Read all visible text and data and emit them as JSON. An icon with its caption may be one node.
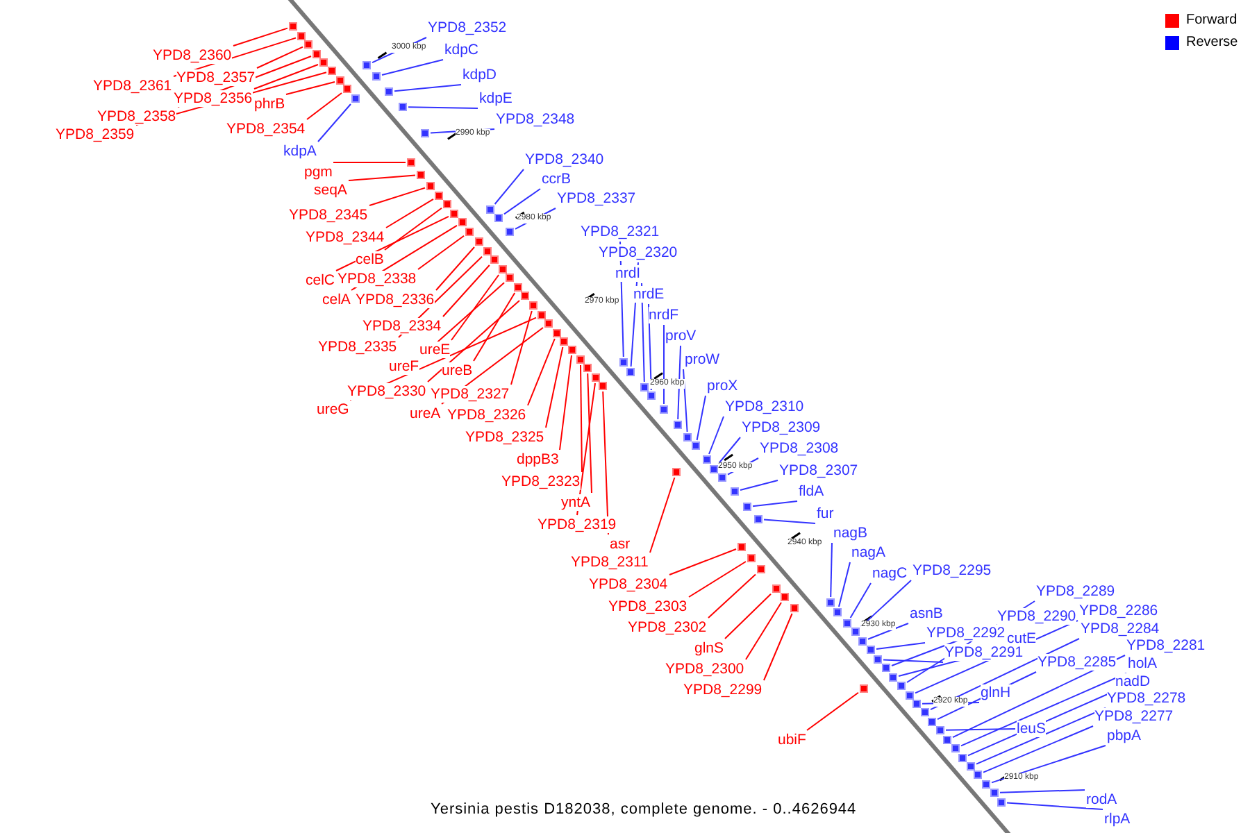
{
  "diagram": {
    "caption": "Yersinia pestis D182038, complete genome. - 0..4626944",
    "nodes": [
      {
        "text": [
          "YPD8_2360"
        ]
      },
      {
        "text": [
          "YPD8_2361"
        ]
      },
      {
        "text": [
          "YPD8_2357"
        ]
      },
      {
        "text": [
          "YPD8_2356"
        ]
      },
      {
        "text": [
          "YPD8_2358"
        ]
      },
      {
        "text": [
          "phrB"
        ]
      },
      {
        "text": [
          "YPD8_2359"
        ]
      },
      {
        "text": [
          "YPD8_2354"
        ]
      },
      {
        "text": [
          "pgm"
        ]
      },
      {
        "text": [
          "seqA"
        ]
      },
      {
        "text": [
          "YPD8_2345"
        ]
      },
      {
        "text": [
          "YPD8_2344"
        ]
      },
      {
        "text": [
          "celB"
        ]
      },
      {
        "text": [
          "celC"
        ]
      },
      {
        "text": [
          "YPD8_2338"
        ]
      },
      {
        "text": [
          "celA"
        ]
      },
      {
        "text": [
          "YPD8_2336"
        ]
      },
      {
        "text": [
          "YPD8_2334"
        ]
      },
      {
        "text": [
          "YPD8_2335"
        ]
      },
      {
        "text": [
          "ureE"
        ]
      },
      {
        "text": [
          "ureF"
        ]
      },
      {
        "text": [
          "ureB"
        ]
      },
      {
        "text": [
          "YPD8_2330"
        ]
      },
      {
        "text": [
          "YPD8_2327"
        ]
      },
      {
        "text": [
          "ureG"
        ]
      },
      {
        "text": [
          "ureA"
        ]
      },
      {
        "text": [
          "YPD8_2326"
        ]
      },
      {
        "text": [
          "YPD8_2325"
        ]
      },
      {
        "text": [
          "dppB3"
        ]
      },
      {
        "text": [
          "YPD8_2323"
        ]
      },
      {
        "text": [
          "yntA"
        ]
      },
      {
        "text": [
          "YPD8_2319"
        ]
      },
      {
        "text": [
          "asr"
        ]
      },
      {
        "text": [
          "YPD8_2311"
        ]
      },
      {
        "text": [
          "YPD8_2304"
        ]
      },
      {
        "text": [
          "YPD8_2303"
        ]
      },
      {
        "text": [
          "YPD8_2302"
        ]
      },
      {
        "text": [
          "glnS"
        ]
      },
      {
        "text": [
          "YPD8_2300"
        ]
      },
      {
        "text": [
          "YPD8_2299"
        ]
      },
      {
        "text": [
          "ubiF"
        ]
      },
      {
        "text": [
          "YPD8_2352"
        ]
      },
      {
        "text": [
          "kdpC"
        ]
      },
      {
        "text": [
          "kdpD"
        ]
      },
      {
        "text": [
          "kdpE"
        ]
      },
      {
        "text": [
          "YPD8_2348"
        ]
      },
      {
        "text": [
          "kdpA"
        ]
      },
      {
        "text": [
          "YPD8_2340"
        ]
      },
      {
        "text": [
          "ccrB"
        ]
      },
      {
        "text": [
          "YPD8_2337"
        ]
      },
      {
        "text": [
          "YPD8_2321"
        ]
      },
      {
        "text": [
          "YPD8_2320"
        ]
      },
      {
        "text": [
          "nrdI"
        ]
      },
      {
        "text": [
          "nrdE"
        ]
      },
      {
        "text": [
          "nrdF"
        ]
      },
      {
        "text": [
          "proV"
        ]
      },
      {
        "text": [
          "proW"
        ]
      },
      {
        "text": [
          "proX"
        ]
      },
      {
        "text": [
          "YPD8_2310"
        ]
      },
      {
        "text": [
          "YPD8_2309"
        ]
      },
      {
        "text": [
          "YPD8_2308"
        ]
      },
      {
        "text": [
          "YPD8_2307"
        ]
      },
      {
        "text": [
          "fldA"
        ]
      },
      {
        "text": [
          "fur"
        ]
      },
      {
        "text": [
          "nagB"
        ]
      },
      {
        "text": [
          "nagA"
        ]
      },
      {
        "text": [
          "nagC"
        ]
      },
      {
        "text": [
          "YPD8_2295"
        ]
      },
      {
        "text": [
          "asnB"
        ]
      },
      {
        "text": [
          "YPD8_2289"
        ]
      },
      {
        "text": [
          "YPD8_2290"
        ]
      },
      {
        "text": [
          "YPD8_2286"
        ]
      },
      {
        "text": [
          "YPD8_2292"
        ]
      },
      {
        "text": [
          "cutE"
        ]
      },
      {
        "text": [
          "YPD8_2284"
        ]
      },
      {
        "text": [
          "YPD8_2291"
        ]
      },
      {
        "text": [
          "YPD8_2285"
        ]
      },
      {
        "text": [
          "YPD8_2281"
        ]
      },
      {
        "text": [
          "holA"
        ]
      },
      {
        "text": [
          "glnH"
        ]
      },
      {
        "text": [
          "nadD"
        ]
      },
      {
        "text": [
          "YPD8_2278"
        ]
      },
      {
        "text": [
          "YPD8_2277"
        ]
      },
      {
        "text": [
          "leuS"
        ]
      },
      {
        "text": [
          "pbpA"
        ]
      },
      {
        "text": [
          "rodA"
        ]
      },
      {
        "text": [
          "rlpA"
        ]
      },
      {
        "text": [],
        "shape": "box"
      },
      {
        "text": [],
        "shape": "box"
      },
      {
        "text": [],
        "shape": "box"
      },
      {
        "text": [],
        "shape": "box"
      },
      {
        "text": [],
        "shape": "box"
      },
      {
        "text": [],
        "shape": "box"
      },
      {
        "text": [],
        "shape": "box"
      },
      {
        "text": [],
        "shape": "box"
      },
      {
        "text": [],
        "shape": "box"
      },
      {
        "text": [],
        "shape": "box"
      },
      {
        "text": [],
        "shape": "box"
      },
      {
        "text": [],
        "shape": "box"
      },
      {
        "text": [],
        "shape": "box"
      },
      {
        "text": [],
        "shape": "box"
      },
      {
        "text": [],
        "shape": "box"
      },
      {
        "text": [],
        "shape": "box"
      },
      {
        "text": [],
        "shape": "box"
      },
      {
        "text": [],
        "shape": "box"
      },
      {
        "text": [],
        "shape": "box"
      },
      {
        "text": [],
        "shape": "box"
      },
      {
        "text": [],
        "shape": "box"
      },
      {
        "text": [],
        "shape": "box"
      },
      {
        "text": [],
        "shape": "box"
      },
      {
        "text": [],
        "shape": "box"
      },
      {
        "text": [],
        "shape": "box"
      },
      {
        "text": [],
        "shape": "box"
      },
      {
        "text": [],
        "shape": "box"
      },
      {
        "text": [],
        "shape": "box"
      },
      {
        "text": [],
        "shape": "box"
      },
      {
        "text": [],
        "shape": "box"
      },
      {
        "text": [],
        "shape": "box"
      },
      {
        "text": [],
        "shape": "box"
      },
      {
        "text": [],
        "shape": "box"
      },
      {
        "text": [],
        "shape": "box"
      },
      {
        "text": [],
        "shape": "box"
      },
      {
        "text": [],
        "shape": "box"
      },
      {
        "text": [],
        "shape": "box"
      },
      {
        "text": [],
        "shape": "box"
      },
      {
        "text": [],
        "shape": "box"
      },
      {
        "text": [],
        "shape": "box"
      },
      {
        "text": [],
        "shape": "box"
      },
      {
        "text": [],
        "shape": "box"
      },
      {
        "text": [],
        "shape": "box"
      },
      {
        "text": [],
        "shape": "box"
      },
      {
        "text": [],
        "shape": "box"
      },
      {
        "text": [],
        "shape": "box"
      },
      {
        "text": [],
        "shape": "box"
      },
      {
        "text": [],
        "shape": "box"
      },
      {
        "text": [],
        "shape": "box"
      },
      {
        "text": [],
        "shape": "box"
      },
      {
        "text": [],
        "shape": "box"
      },
      {
        "text": [],
        "shape": "box"
      },
      {
        "text": [],
        "shape": "box"
      },
      {
        "text": [],
        "shape": "box"
      },
      {
        "text": [],
        "shape": "box"
      },
      {
        "text": [],
        "shape": "box"
      },
      {
        "text": [],
        "shape": "box"
      },
      {
        "text": [],
        "shape": "box"
      },
      {
        "text": [],
        "shape": "box"
      },
      {
        "text": [],
        "shape": "box"
      },
      {
        "text": [],
        "shape": "box"
      },
      {
        "text": [],
        "shape": "box"
      },
      {
        "text": [],
        "shape": "box"
      },
      {
        "text": [],
        "shape": "box"
      },
      {
        "text": [],
        "shape": "box"
      },
      {
        "text": [],
        "shape": "box"
      },
      {
        "text": [],
        "shape": "box"
      },
      {
        "text": [],
        "shape": "box"
      },
      {
        "text": [],
        "shape": "box"
      },
      {
        "text": [],
        "shape": "box"
      },
      {
        "text": [],
        "shape": "box"
      },
      {
        "text": [],
        "shape": "box"
      },
      {
        "text": [],
        "shape": "box"
      },
      {
        "text": [],
        "shape": "box"
      },
      {
        "text": [],
        "shape": "box"
      },
      {
        "text": [],
        "shape": "box"
      },
      {
        "text": [],
        "shape": "box"
      },
      {
        "text": [],
        "shape": "box"
      },
      {
        "text": [],
        "shape": "box"
      },
      {
        "text": [],
        "shape": "box"
      },
      {
        "text": [],
        "shape": "box"
      },
      {
        "text": [],
        "shape": "box"
      },
      {
        "text": [],
        "shape": "box"
      },
      {
        "text": [],
        "shape": "box"
      },
      {
        "text": [],
        "shape": "box"
      },
      {
        "text": [],
        "shape": "box"
      },
      {
        "text": [],
        "shape": "box"
      }
    ],
    "edges": [
      {
        "from": 0,
        "to": 87,
        "arrow": "none",
        "color": "#ff0000"
      },
      {
        "from": 1,
        "to": 88,
        "arrow": "none",
        "color": "#ff0000"
      },
      {
        "from": 2,
        "to": 89,
        "arrow": "none",
        "color": "#ff0000"
      },
      {
        "from": 3,
        "to": 90,
        "arrow": "none",
        "color": "#ff0000"
      },
      {
        "from": 4,
        "to": 91,
        "arrow": "none",
        "color": "#ff0000"
      },
      {
        "from": 5,
        "to": 92,
        "arrow": "none",
        "color": "#ff0000"
      },
      {
        "from": 6,
        "to": 93,
        "arrow": "none",
        "color": "#ff0000"
      },
      {
        "from": 7,
        "to": 94,
        "arrow": "none",
        "color": "#ff0000"
      },
      {
        "from": 8,
        "to": 95,
        "arrow": "none",
        "color": "#ff0000"
      },
      {
        "from": 9,
        "to": 96,
        "arrow": "none",
        "color": "#ff0000"
      },
      {
        "from": 10,
        "to": 97,
        "arrow": "none",
        "color": "#ff0000"
      },
      {
        "from": 11,
        "to": 98,
        "arrow": "none",
        "color": "#ff0000"
      },
      {
        "from": 12,
        "to": 99,
        "arrow": "none",
        "color": "#ff0000"
      },
      {
        "from": 13,
        "to": 100,
        "arrow": "none",
        "color": "#ff0000"
      },
      {
        "from": 14,
        "to": 101,
        "arrow": "none",
        "color": "#ff0000"
      },
      {
        "from": 15,
        "to": 102,
        "arrow": "none",
        "color": "#ff0000"
      },
      {
        "from": 16,
        "to": 103,
        "arrow": "none",
        "color": "#ff0000"
      },
      {
        "from": 17,
        "to": 104,
        "arrow": "none",
        "color": "#ff0000"
      },
      {
        "from": 18,
        "to": 105,
        "arrow": "none",
        "color": "#ff0000"
      },
      {
        "from": 19,
        "to": 106,
        "arrow": "none",
        "color": "#ff0000"
      },
      {
        "from": 20,
        "to": 107,
        "arrow": "none",
        "color": "#ff0000"
      },
      {
        "from": 21,
        "to": 108,
        "arrow": "none",
        "color": "#ff0000"
      },
      {
        "from": 22,
        "to": 109,
        "arrow": "none",
        "color": "#ff0000"
      },
      {
        "from": 23,
        "to": 110,
        "arrow": "none",
        "color": "#ff0000"
      },
      {
        "from": 24,
        "to": 111,
        "arrow": "none",
        "color": "#ff0000"
      },
      {
        "from": 25,
        "to": 112,
        "arrow": "none",
        "color": "#ff0000"
      },
      {
        "from": 26,
        "to": 113,
        "arrow": "none",
        "color": "#ff0000"
      },
      {
        "from": 27,
        "to": 114,
        "arrow": "none",
        "color": "#ff0000"
      },
      {
        "from": 28,
        "to": 115,
        "arrow": "none",
        "color": "#ff0000"
      },
      {
        "from": 29,
        "to": 116,
        "arrow": "none",
        "color": "#ff0000"
      },
      {
        "from": 30,
        "to": 117,
        "arrow": "none",
        "color": "#ff0000"
      },
      {
        "from": 31,
        "to": 118,
        "arrow": "none",
        "color": "#ff0000"
      },
      {
        "from": 32,
        "to": 119,
        "arrow": "none",
        "color": "#ff0000"
      },
      {
        "from": 33,
        "to": 120,
        "arrow": "none",
        "color": "#ff0000"
      },
      {
        "from": 34,
        "to": 121,
        "arrow": "none",
        "color": "#ff0000"
      },
      {
        "from": 35,
        "to": 122,
        "arrow": "none",
        "color": "#ff0000"
      },
      {
        "from": 36,
        "to": 123,
        "arrow": "none",
        "color": "#ff0000"
      },
      {
        "from": 37,
        "to": 124,
        "arrow": "none",
        "color": "#ff0000"
      },
      {
        "from": 38,
        "to": 125,
        "arrow": "none",
        "color": "#ff0000"
      },
      {
        "from": 39,
        "to": 126,
        "arrow": "none",
        "color": "#ff0000"
      },
      {
        "from": 40,
        "to": 127,
        "arrow": "none",
        "color": "#ff0000"
      },
      {
        "from": 41,
        "to": 128,
        "arrow": "none",
        "color": "#3333ff"
      },
      {
        "from": 42,
        "to": 129,
        "arrow": "none",
        "color": "#3333ff"
      },
      {
        "from": 43,
        "to": 130,
        "arrow": "none",
        "color": "#3333ff"
      },
      {
        "from": 44,
        "to": 131,
        "arrow": "none",
        "color": "#3333ff"
      },
      {
        "from": 45,
        "to": 132,
        "arrow": "none",
        "color": "#3333ff"
      },
      {
        "from": 46,
        "to": 133,
        "arrow": "none",
        "color": "#3333ff"
      },
      {
        "from": 47,
        "to": 134,
        "arrow": "none",
        "color": "#3333ff"
      },
      {
        "from": 48,
        "to": 135,
        "arrow": "none",
        "color": "#3333ff"
      },
      {
        "from": 49,
        "to": 136,
        "arrow": "none",
        "color": "#3333ff"
      },
      {
        "from": 50,
        "to": 137,
        "arrow": "none",
        "color": "#3333ff"
      },
      {
        "from": 51,
        "to": 138,
        "arrow": "none",
        "color": "#3333ff"
      },
      {
        "from": 52,
        "to": 139,
        "arrow": "none",
        "color": "#3333ff"
      },
      {
        "from": 53,
        "to": 140,
        "arrow": "none",
        "color": "#3333ff"
      },
      {
        "from": 54,
        "to": 141,
        "arrow": "none",
        "color": "#3333ff"
      },
      {
        "from": 55,
        "to": 142,
        "arrow": "none",
        "color": "#3333ff"
      },
      {
        "from": 56,
        "to": 143,
        "arrow": "none",
        "color": "#3333ff"
      },
      {
        "from": 57,
        "to": 144,
        "arrow": "none",
        "color": "#3333ff"
      },
      {
        "from": 58,
        "to": 145,
        "arrow": "none",
        "color": "#3333ff"
      },
      {
        "from": 59,
        "to": 146,
        "arrow": "none",
        "color": "#3333ff"
      },
      {
        "from": 60,
        "to": 147,
        "arrow": "none",
        "color": "#3333ff"
      },
      {
        "from": 61,
        "to": 148,
        "arrow": "none",
        "color": "#3333ff"
      },
      {
        "from": 62,
        "to": 149,
        "arrow": "none",
        "color": "#3333ff"
      },
      {
        "from": 63,
        "to": 150,
        "arrow": "none",
        "color": "#3333ff"
      },
      {
        "from": 64,
        "to": 151,
        "arrow": "none",
        "color": "#3333ff"
      },
      {
        "from": 65,
        "to": 152,
        "arrow": "none",
        "color": "#3333ff"
      },
      {
        "from": 66,
        "to": 153,
        "arrow": "none",
        "color": "#3333ff"
      },
      {
        "from": 67,
        "to": 154,
        "arrow": "none",
        "color": "#3333ff"
      },
      {
        "from": 68,
        "to": 155,
        "arrow": "none",
        "color": "#3333ff"
      },
      {
        "from": 69,
        "to": 156,
        "arrow": "none",
        "color": "#3333ff"
      },
      {
        "from": 70,
        "to": 157,
        "arrow": "none",
        "color": "#3333ff"
      },
      {
        "from": 71,
        "to": 158,
        "arrow": "none",
        "color": "#3333ff"
      },
      {
        "from": 72,
        "to": 159,
        "arrow": "none",
        "color": "#3333ff"
      },
      {
        "from": 73,
        "to": 160,
        "arrow": "none",
        "color": "#3333ff"
      },
      {
        "from": 74,
        "to": 161,
        "arrow": "none",
        "color": "#3333ff"
      },
      {
        "from": 75,
        "to": 162,
        "arrow": "none",
        "color": "#3333ff"
      },
      {
        "from": 76,
        "to": 163,
        "arrow": "none",
        "color": "#3333ff"
      },
      {
        "from": 77,
        "to": 164,
        "arrow": "none",
        "color": "#3333ff"
      },
      {
        "from": 78,
        "to": 165,
        "arrow": "none",
        "color": "#3333ff"
      },
      {
        "from": 79,
        "to": 166,
        "arrow": "none",
        "color": "#3333ff"
      },
      {
        "from": 80,
        "to": 167,
        "arrow": "none",
        "color": "#3333ff"
      },
      {
        "from": 81,
        "to": 168,
        "arrow": "none",
        "color": "#3333ff"
      },
      {
        "from": 82,
        "to": 169,
        "arrow": "none",
        "color": "#3333ff"
      },
      {
        "from": 83,
        "to": 170,
        "arrow": "none",
        "color": "#3333ff"
      },
      {
        "from": 84,
        "to": 171,
        "arrow": "none",
        "color": "#3333ff"
      },
      {
        "from": 85,
        "to": 172,
        "arrow": "none",
        "color": "#3333ff"
      },
      {
        "from": 86,
        "to": 173,
        "arrow": "none",
        "color": "#3333ff"
      }
    ],
    "labels": [
      "3000 kbp",
      "2990 kbp",
      "2980 kbp",
      "2970 kbp",
      "2960 kbp",
      "2950 kbp",
      "2940 kbp",
      "2930 kbp",
      "2920 kbp",
      "2910 kbp"
    ],
    "legend": [
      {
        "text": "Forward",
        "color": "#ff0000"
      },
      {
        "text": "Reverse",
        "color": "#0000ff"
      }
    ]
  }
}
